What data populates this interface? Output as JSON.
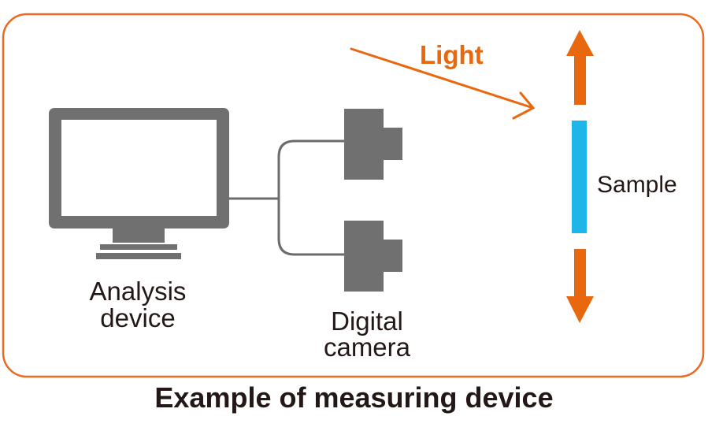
{
  "colors": {
    "frame": "#eb6a1e",
    "device_gray": "#707070",
    "cable_gray": "#6b6b6b",
    "sample": "#1eb6e8",
    "arrow": "#e8680f",
    "text": "#231815"
  },
  "labels": {
    "light": "Light",
    "sample": "Sample",
    "analysis_line1": "Analysis",
    "analysis_line2": "device",
    "camera_line1": "Digital",
    "camera_line2": "camera"
  },
  "caption": "Example of measuring device",
  "icons": [
    "monitor-icon",
    "camera-icon",
    "camera-icon",
    "arrow-up-icon",
    "arrow-down-icon"
  ]
}
